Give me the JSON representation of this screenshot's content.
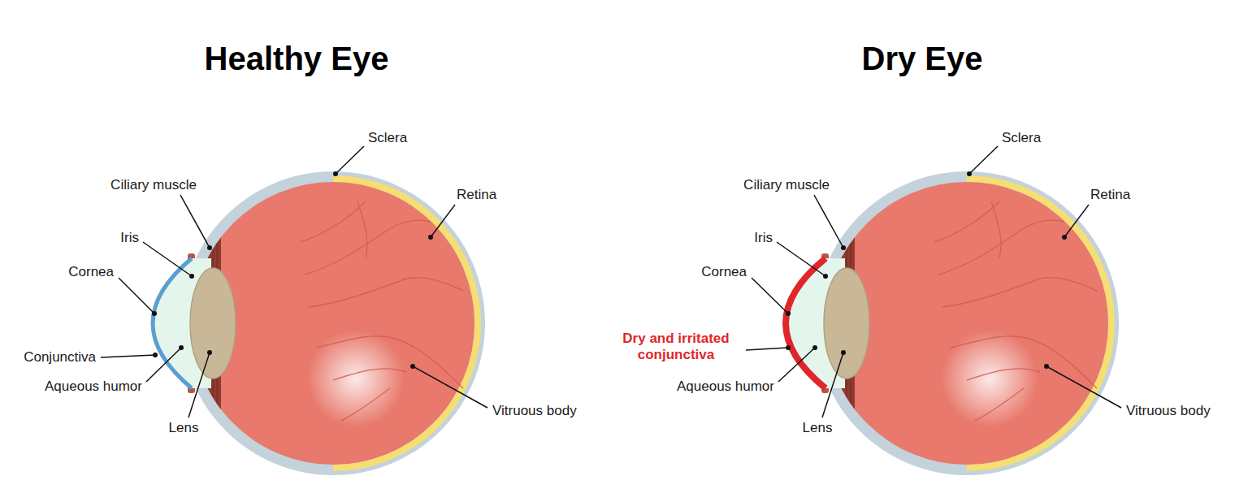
{
  "diagram": {
    "labels": [
      "Healthy Eye",
      "Sclera",
      "Ciliary muscle",
      "Retina",
      "Iris",
      "Cornea",
      "Conjunctiva",
      "Aqueous humor",
      "Lens",
      "Vitruous body",
      "Dry Eye",
      "Sclera",
      "Ciliary muscle",
      "Retina",
      "Iris",
      "Cornea",
      "Dry and irritated conjunctiva",
      "Aqueous humor",
      "Lens",
      "Vitruous body"
    ]
  }
}
